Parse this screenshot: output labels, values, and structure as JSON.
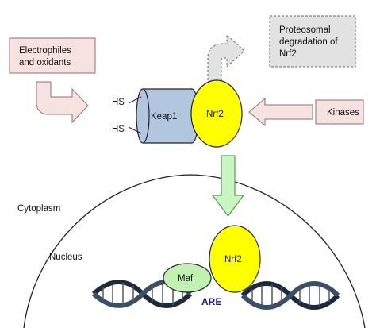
{
  "diagram": {
    "stimuli_box": {
      "line1": "Electrophiles",
      "line2": "and oxidants"
    },
    "degradation_box": {
      "line1": "Proteosomal",
      "line2": "degradation of",
      "line3": "Nrf2"
    },
    "kinases_box": {
      "label": "Kinases"
    },
    "keap1": {
      "label": "Keap1",
      "thiol_top": "HS",
      "thiol_bottom": "HS"
    },
    "nrf2_cytoplasm": {
      "label": "Nrf2"
    },
    "nrf2_nucleus": {
      "label": "Nrf2"
    },
    "maf": {
      "label": "Maf"
    },
    "are": {
      "label": "ARE"
    },
    "cytoplasm_label": "Cytoplasm",
    "nucleus_label": "Nucleus"
  },
  "colors": {
    "pink_box": "#f7e2e2",
    "pink_border": "#9a6b6b",
    "gray_box": "#e2e2e2",
    "keap1_fill": "#b3c6e0",
    "nrf2_fill": "#ffff00",
    "maf_fill": "#c2f2b3",
    "green_arrow": "#c9f5c3",
    "are_text": "#1a1aa0"
  }
}
